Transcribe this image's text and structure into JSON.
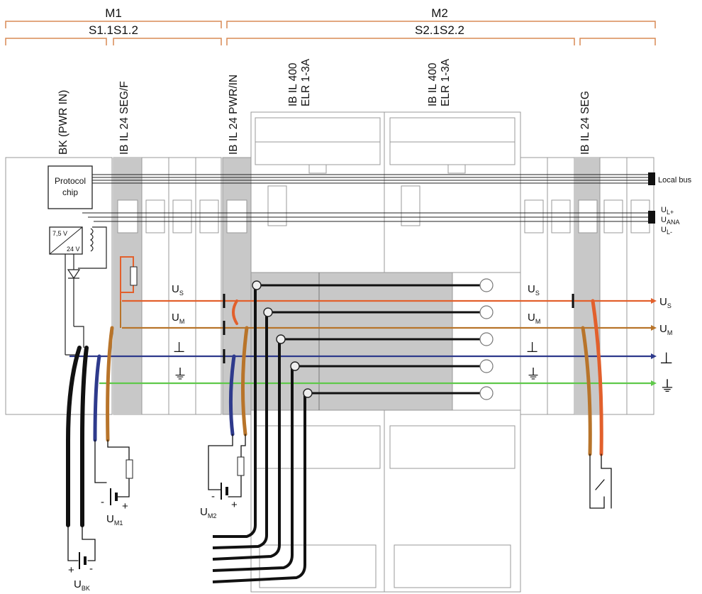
{
  "brackets": {
    "m1": "M1",
    "m2": "M2",
    "s1": "S1.1S1.2",
    "s2": "S2.1S2.2"
  },
  "modules": {
    "bk": "BK (PWR IN)",
    "seg_f": "IB IL 24 SEG/F",
    "pwr_in": "IB IL 24 PWR/IN",
    "elr1": "IB IL 400 ELR 1-3A",
    "elr2": "IB IL 400 ELR 1-3A",
    "seg": "IB IL 24 SEG"
  },
  "protocol_chip": "Protocol chip",
  "converter": {
    "in": "7,5 V",
    "out": "24 V"
  },
  "bus": {
    "local_bus": "Local bus",
    "ul_plus": "U",
    "ul_plus_sub": "L+",
    "uana": "U",
    "uana_sub": "ANA",
    "ul_minus": "U",
    "ul_minus_sub": "L-"
  },
  "potentials": {
    "us": "U",
    "us_sub": "S",
    "um": "U",
    "um_sub": "M",
    "ground": "⊥",
    "pe": "⏚"
  },
  "supplies": {
    "um1": "U",
    "um1_sub": "M1",
    "um2": "U",
    "um2_sub": "M2",
    "ubk": "U",
    "ubk_sub": "BK",
    "plus": "+",
    "minus": "-"
  },
  "colors": {
    "us": "#e2602c",
    "um": "#b8742a",
    "ground": "#2e3a8c",
    "pe": "#5fc94a",
    "bracket": "#d98a55",
    "shade": "#c8c8c8",
    "dark_shade": "#9a9a9a"
  }
}
